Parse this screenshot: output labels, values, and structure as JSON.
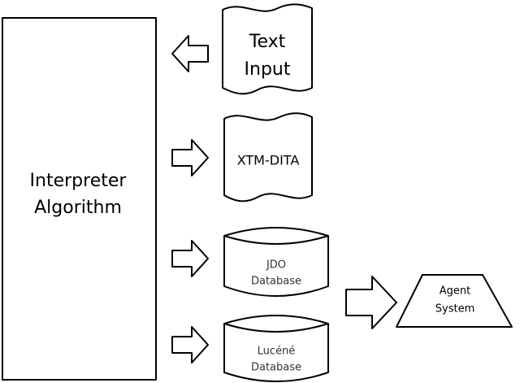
{
  "interpreter": {
    "line1": "Interpreter",
    "line2": "Algorithm"
  },
  "text_input": {
    "line1": "Text",
    "line2": "Input"
  },
  "xtm_dita": {
    "label": "XTM-DITA"
  },
  "jdo_database": {
    "line1": "JDO",
    "line2": "Database"
  },
  "lucene_database": {
    "line1": "Lucéné",
    "line2": "Database"
  },
  "agent_system": {
    "line1": "Agent",
    "line2": "System"
  },
  "arrows": [
    {
      "from": "text-input",
      "to": "interpreter-algorithm"
    },
    {
      "from": "interpreter-algorithm",
      "to": "xtm-dita"
    },
    {
      "from": "interpreter-algorithm",
      "to": "jdo-database"
    },
    {
      "from": "interpreter-algorithm",
      "to": "lucene-database"
    },
    {
      "from": "jdo-database",
      "to": "agent-system"
    }
  ],
  "colors": {
    "stroke": "#000000",
    "fill": "#ffffff"
  }
}
